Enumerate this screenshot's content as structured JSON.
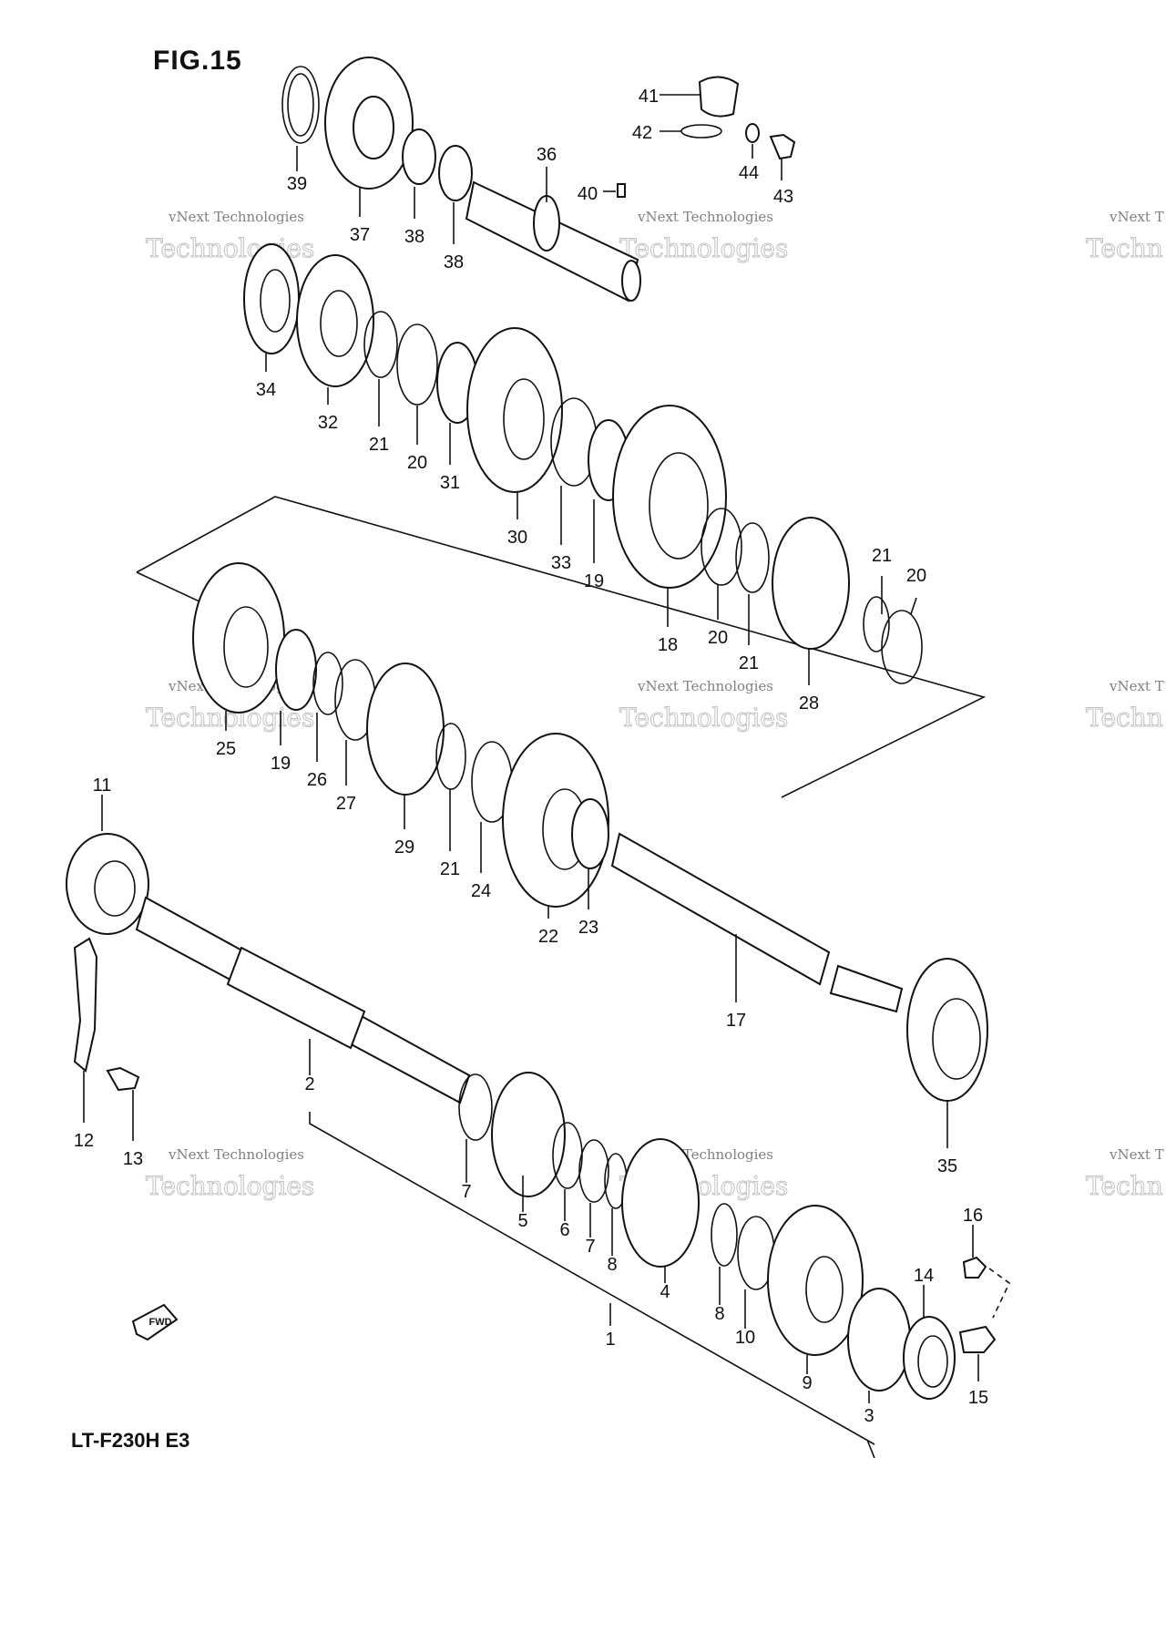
{
  "figure": {
    "title": "FIG.15",
    "model": "LT-F230H E3",
    "direction_badge": "FWD"
  },
  "watermark": {
    "line1": "vNext Technologies",
    "line2": "Technologies",
    "partial_line1": "vNext T",
    "partial_line2": "Techn"
  },
  "part_labels": [
    "1",
    "2",
    "3",
    "4",
    "5",
    "6",
    "7",
    "7",
    "8",
    "8",
    "9",
    "10",
    "11",
    "12",
    "13",
    "14",
    "15",
    "16",
    "17",
    "18",
    "19",
    "19",
    "20",
    "20",
    "20",
    "21",
    "21",
    "21",
    "21",
    "22",
    "23",
    "24",
    "25",
    "26",
    "27",
    "28",
    "29",
    "30",
    "31",
    "32",
    "33",
    "34",
    "35",
    "36",
    "37",
    "38",
    "38",
    "39",
    "40",
    "41",
    "42",
    "43",
    "44"
  ]
}
